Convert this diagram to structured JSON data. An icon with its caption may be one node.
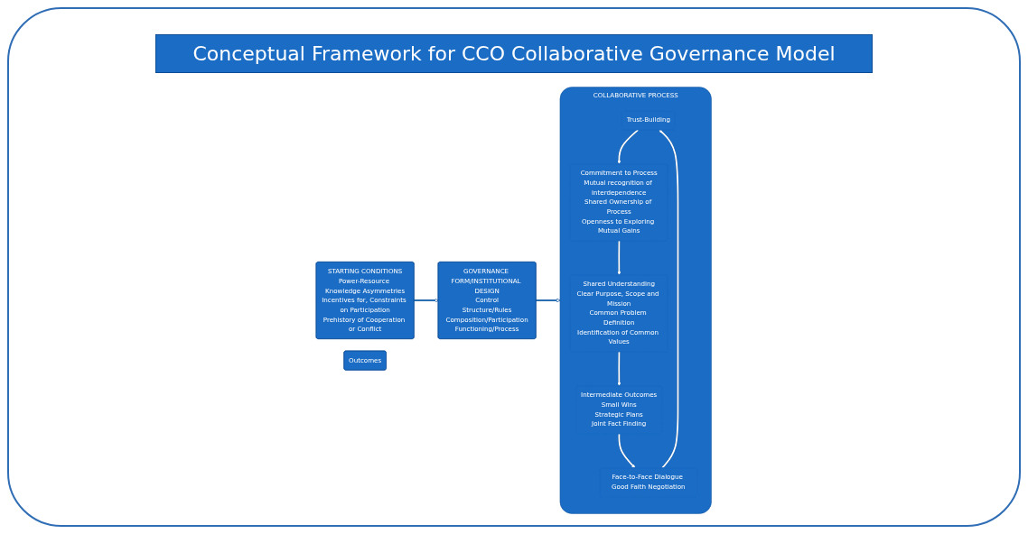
{
  "diagram": {
    "title": "Conceptual Framework for CCO Collaborative Governance Model",
    "nodes": [
      {
        "text": [
          "STARTING CONDITIONS",
          "Power-Resource Knowledge Asymmetries",
          "Incentives for, Constraints on Participation",
          "Prehistory of Cooperation or Conflict"
        ]
      },
      {
        "text": [
          "GOVERNANCE FORM/INSTITUTIONAL DESIGN",
          "Control",
          "Structure/Rules",
          "Composition/Participation",
          "Functioning/Process"
        ]
      },
      {
        "text": [
          "COLLABORATIVE PROCESS"
        ]
      },
      {
        "text": [
          "Trust-Building"
        ],
        "in": 2
      },
      {
        "text": [
          "Commitment to Process",
          "Mutual recognition of interdependence",
          "Shared Ownership of Process",
          "Openness to Exploring Mutual Gains"
        ],
        "in": 2
      },
      {
        "text": [
          "Face-to-Face Dialogue Good Faith Negotiation"
        ],
        "in": 2
      },
      {
        "text": [
          "Shared Understanding",
          "Clear Purpose, Scope and Mission",
          "Common Problem Definition",
          "Identification of Common Values"
        ],
        "in": 2
      },
      {
        "text": [
          "Intermediate Outcomes",
          "Small Wins",
          "Strategic Plans",
          "Joint Fact Finding"
        ],
        "in": 2
      },
      {
        "text": [
          "Outcomes"
        ]
      }
    ],
    "edges": [
      {
        "from": 0,
        "to": 1,
        "arrow": "to",
        "color": "#2e75b6"
      },
      {
        "from": 1,
        "to": 2,
        "arrow": "to",
        "color": "#2e75b6"
      },
      {
        "from": 5,
        "to": 3,
        "arrow": "to"
      },
      {
        "from": 3,
        "to": 4,
        "arrow": "to"
      },
      {
        "from": 4,
        "to": 6,
        "arrow": "to"
      },
      {
        "from": 6,
        "to": 7,
        "arrow": "to"
      },
      {
        "from": 7,
        "to": 5,
        "arrow": "to"
      }
    ]
  }
}
